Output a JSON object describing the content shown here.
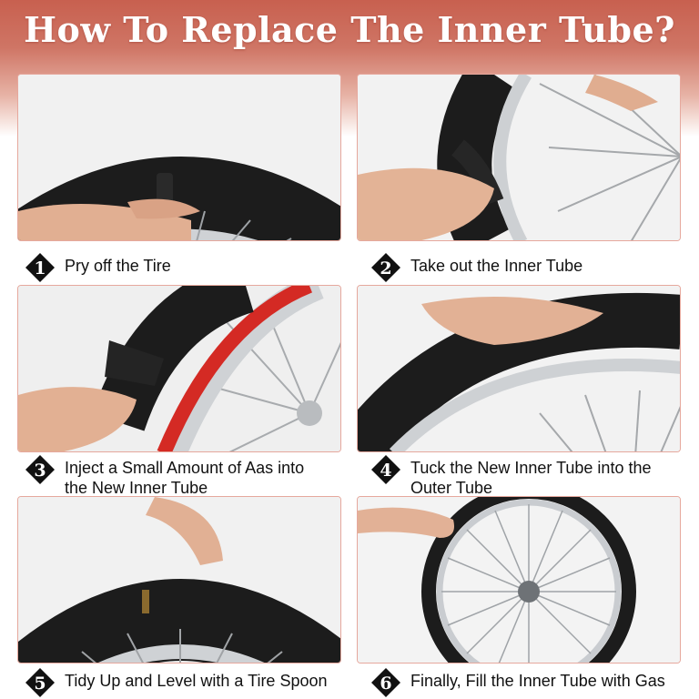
{
  "title": "How To Replace The Inner Tube?",
  "steps": [
    {
      "number": "1",
      "text": "Pry off the Tire"
    },
    {
      "number": "2",
      "text": "Take out the Inner Tube"
    },
    {
      "number": "3",
      "text": "Inject a Small Amount of Aas into\nthe New Inner Tube"
    },
    {
      "number": "4",
      "text": "Tuck the New Inner Tube into the\nOuter Tube"
    },
    {
      "number": "5",
      "text": "Tidy Up and Level with a Tire Spoon"
    },
    {
      "number": "6",
      "text": "Finally, Fill the Inner Tube with Gas"
    }
  ],
  "colors": {
    "header": "#c8604f",
    "panel_border": "#e6a89d",
    "tire": "#1b1b1b",
    "rim": "#c9cccf",
    "rim_tape": "#d42a24",
    "skin": "#e2b294"
  }
}
